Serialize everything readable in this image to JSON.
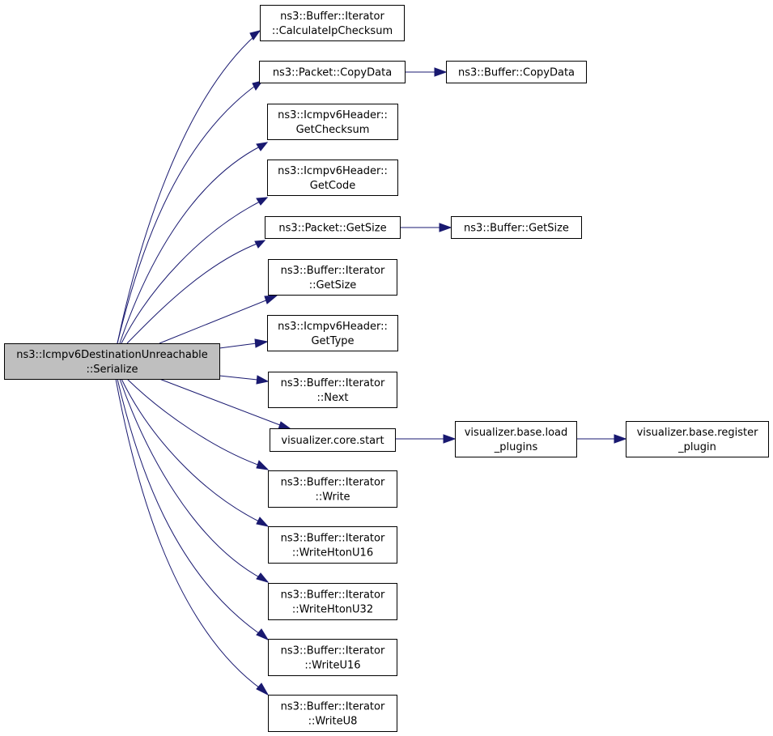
{
  "colors": {
    "edge": "#191970",
    "root_fill": "#bfbfbf",
    "node_fill": "#ffffff",
    "border": "#000000"
  },
  "nodes": [
    {
      "id": "root",
      "lines": [
        "ns3::Icmpv6DestinationUnreachable",
        "::Serialize"
      ]
    },
    {
      "id": "calc-ip-checksum",
      "lines": [
        "ns3::Buffer::Iterator",
        "::CalculateIpChecksum"
      ]
    },
    {
      "id": "packet-copydata",
      "lines": [
        "ns3::Packet::CopyData"
      ]
    },
    {
      "id": "buffer-copydata",
      "lines": [
        "ns3::Buffer::CopyData"
      ]
    },
    {
      "id": "get-checksum",
      "lines": [
        "ns3::Icmpv6Header::",
        "GetChecksum"
      ]
    },
    {
      "id": "get-code",
      "lines": [
        "ns3::Icmpv6Header::",
        "GetCode"
      ]
    },
    {
      "id": "packet-getsize",
      "lines": [
        "ns3::Packet::GetSize"
      ]
    },
    {
      "id": "buffer-getsize",
      "lines": [
        "ns3::Buffer::GetSize"
      ]
    },
    {
      "id": "iterator-getsize",
      "lines": [
        "ns3::Buffer::Iterator",
        "::GetSize"
      ]
    },
    {
      "id": "get-type",
      "lines": [
        "ns3::Icmpv6Header::",
        "GetType"
      ]
    },
    {
      "id": "iterator-next",
      "lines": [
        "ns3::Buffer::Iterator",
        "::Next"
      ]
    },
    {
      "id": "visualizer-start",
      "lines": [
        "visualizer.core.start"
      ]
    },
    {
      "id": "load-plugins",
      "lines": [
        "visualizer.base.load",
        "_plugins"
      ]
    },
    {
      "id": "register-plugin",
      "lines": [
        "visualizer.base.register",
        "_plugin"
      ]
    },
    {
      "id": "iterator-write",
      "lines": [
        "ns3::Buffer::Iterator",
        "::Write"
      ]
    },
    {
      "id": "write-htonu16",
      "lines": [
        "ns3::Buffer::Iterator",
        "::WriteHtonU16"
      ]
    },
    {
      "id": "write-htonu32",
      "lines": [
        "ns3::Buffer::Iterator",
        "::WriteHtonU32"
      ]
    },
    {
      "id": "write-u16",
      "lines": [
        "ns3::Buffer::Iterator",
        "::WriteU16"
      ]
    },
    {
      "id": "write-u8",
      "lines": [
        "ns3::Buffer::Iterator",
        "::WriteU8"
      ]
    }
  ],
  "edges": [
    {
      "from": "root",
      "to": "calc-ip-checksum"
    },
    {
      "from": "root",
      "to": "packet-copydata"
    },
    {
      "from": "packet-copydata",
      "to": "buffer-copydata"
    },
    {
      "from": "root",
      "to": "get-checksum"
    },
    {
      "from": "root",
      "to": "get-code"
    },
    {
      "from": "root",
      "to": "packet-getsize"
    },
    {
      "from": "packet-getsize",
      "to": "buffer-getsize"
    },
    {
      "from": "root",
      "to": "iterator-getsize"
    },
    {
      "from": "root",
      "to": "get-type"
    },
    {
      "from": "root",
      "to": "iterator-next"
    },
    {
      "from": "root",
      "to": "visualizer-start"
    },
    {
      "from": "visualizer-start",
      "to": "load-plugins"
    },
    {
      "from": "load-plugins",
      "to": "register-plugin"
    },
    {
      "from": "root",
      "to": "iterator-write"
    },
    {
      "from": "root",
      "to": "write-htonu16"
    },
    {
      "from": "root",
      "to": "write-htonu32"
    },
    {
      "from": "root",
      "to": "write-u16"
    },
    {
      "from": "root",
      "to": "write-u8"
    }
  ]
}
